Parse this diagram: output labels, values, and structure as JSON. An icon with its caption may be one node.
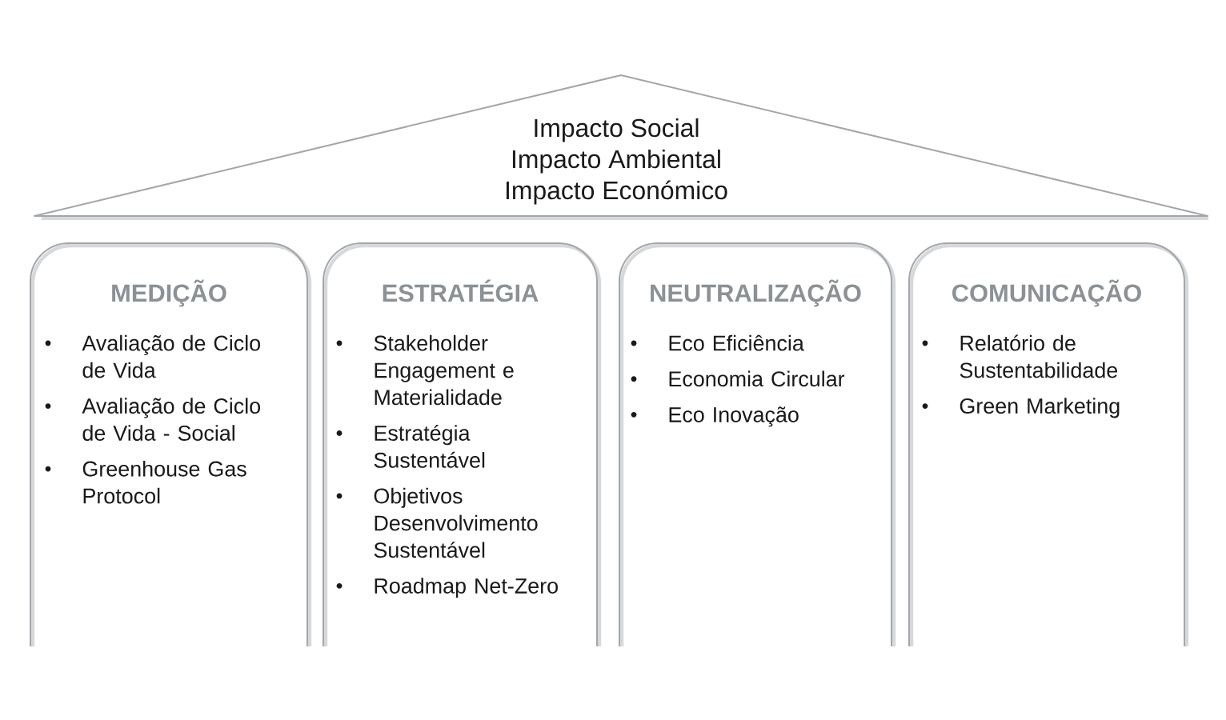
{
  "diagram": {
    "nodes": [
      {
        "text": [
          "Impacto Social",
          "Impacto Ambiental",
          "Impacto Económico"
        ]
      },
      {
        "text": [
          "MEDIÇÃO",
          "Avaliação de Ciclo de Vida",
          "Avaliação de Ciclo de Vida - Social",
          "Greenhouse Gas Protocol"
        ]
      },
      {
        "text": [
          "ESTRATÉGIA",
          "Stakeholder Engagement e Materialidade",
          "Estratégia Sustentável",
          "Objetivos Desenvolvimento Sustentável",
          "Roadmap Net-Zero"
        ]
      },
      {
        "text": [
          "NEUTRALIZAÇÃO",
          "Eco Eficiência",
          "Economia Circular",
          "Eco Inovação"
        ]
      },
      {
        "text": [
          "COMUNICAÇÃO",
          "Relatório de Sustentabilidade",
          "Green Marketing"
        ]
      }
    ]
  }
}
